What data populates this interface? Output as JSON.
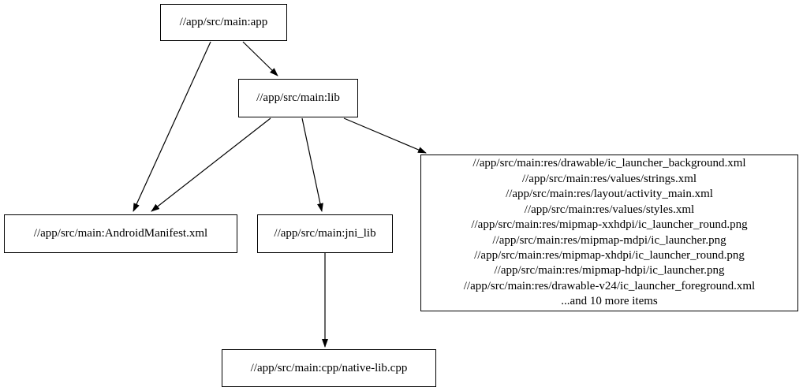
{
  "diagram": {
    "type": "dependency-graph",
    "tool_style": "graphviz",
    "colors": {
      "background": "#ffffff",
      "node_border": "#000000",
      "node_fill": "#ffffff",
      "edge": "#000000",
      "text": "#000000"
    },
    "nodes": {
      "app": {
        "label": "//app/src/main:app"
      },
      "lib": {
        "label": "//app/src/main:lib"
      },
      "manifest": {
        "label": "//app/src/main:AndroidManifest.xml"
      },
      "jni_lib": {
        "label": "//app/src/main:jni_lib"
      },
      "native": {
        "label": "//app/src/main:cpp/native-lib.cpp"
      },
      "resources": {
        "lines": [
          "//app/src/main:res/drawable/ic_launcher_background.xml",
          "//app/src/main:res/values/strings.xml",
          "//app/src/main:res/layout/activity_main.xml",
          "//app/src/main:res/values/styles.xml",
          "//app/src/main:res/mipmap-xxhdpi/ic_launcher_round.png",
          "//app/src/main:res/mipmap-mdpi/ic_launcher.png",
          "//app/src/main:res/mipmap-xhdpi/ic_launcher_round.png",
          "//app/src/main:res/mipmap-hdpi/ic_launcher.png",
          "//app/src/main:res/drawable-v24/ic_launcher_foreground.xml",
          "...and 10 more items"
        ]
      }
    },
    "edges": [
      {
        "from": "app",
        "to": "lib"
      },
      {
        "from": "app",
        "to": "manifest"
      },
      {
        "from": "lib",
        "to": "manifest"
      },
      {
        "from": "lib",
        "to": "jni_lib"
      },
      {
        "from": "lib",
        "to": "resources"
      },
      {
        "from": "jni_lib",
        "to": "native"
      }
    ]
  }
}
